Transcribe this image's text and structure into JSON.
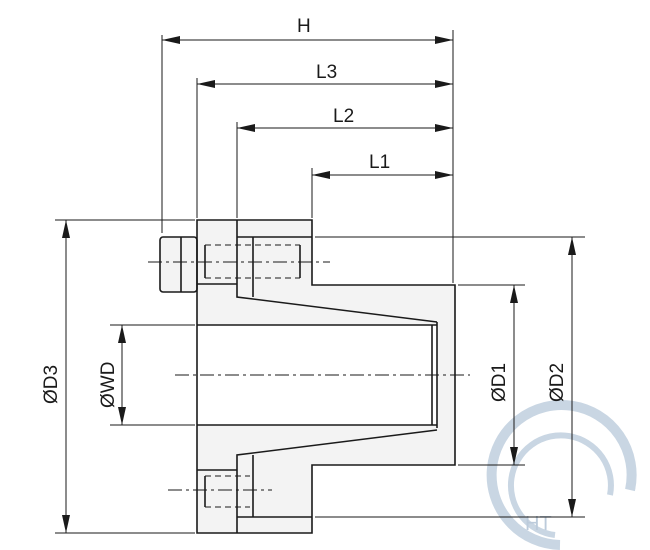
{
  "drawing": {
    "dimensions": {
      "H": "H",
      "L3": "L3",
      "L2": "L2",
      "L1": "L1",
      "D3": "ØD3",
      "WD": "ØWD",
      "D1": "ØD1",
      "D2": "ØD2"
    },
    "watermark": "HT"
  },
  "colors": {
    "line": "#1a1a1a",
    "part_fill": "#f3f3f3",
    "watermark": "#c9d6e3"
  }
}
